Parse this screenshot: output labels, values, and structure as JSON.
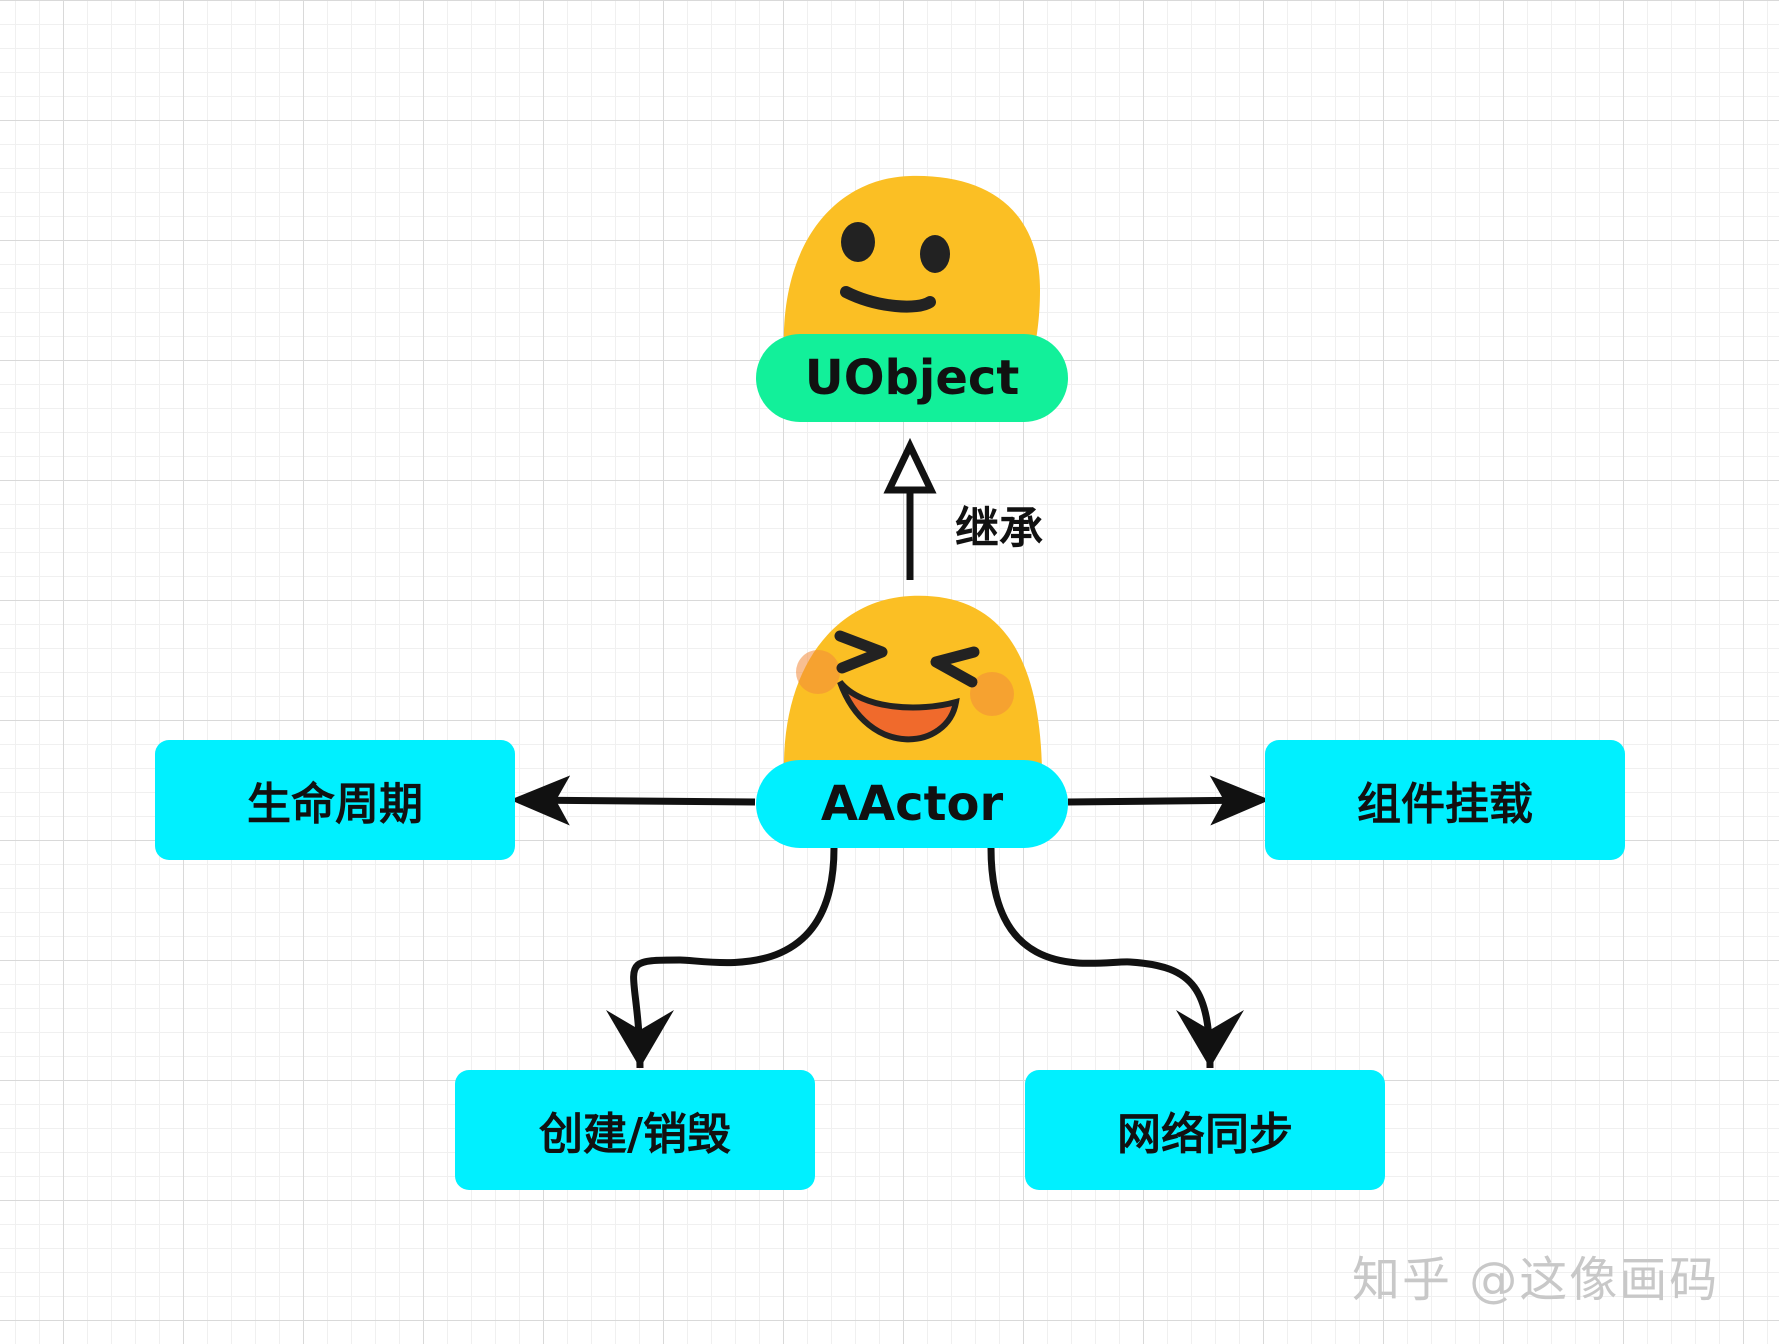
{
  "nodes": {
    "uobject": {
      "label": "UObject",
      "color": "#12f09a"
    },
    "aactor": {
      "label": "AActor",
      "color": "#00f0ff"
    },
    "lifecycle": {
      "label": "生命周期"
    },
    "components": {
      "label": "组件挂载"
    },
    "create_destroy": {
      "label": "创建/销毁"
    },
    "network_sync": {
      "label": "网络同步"
    }
  },
  "edges": {
    "inherit_label": "继承"
  },
  "colors": {
    "face_yellow": "#fbbf24",
    "feature_box": "#00f0ff",
    "mouth_orange": "#f06a2c"
  },
  "watermark": "知乎 @这像画码"
}
